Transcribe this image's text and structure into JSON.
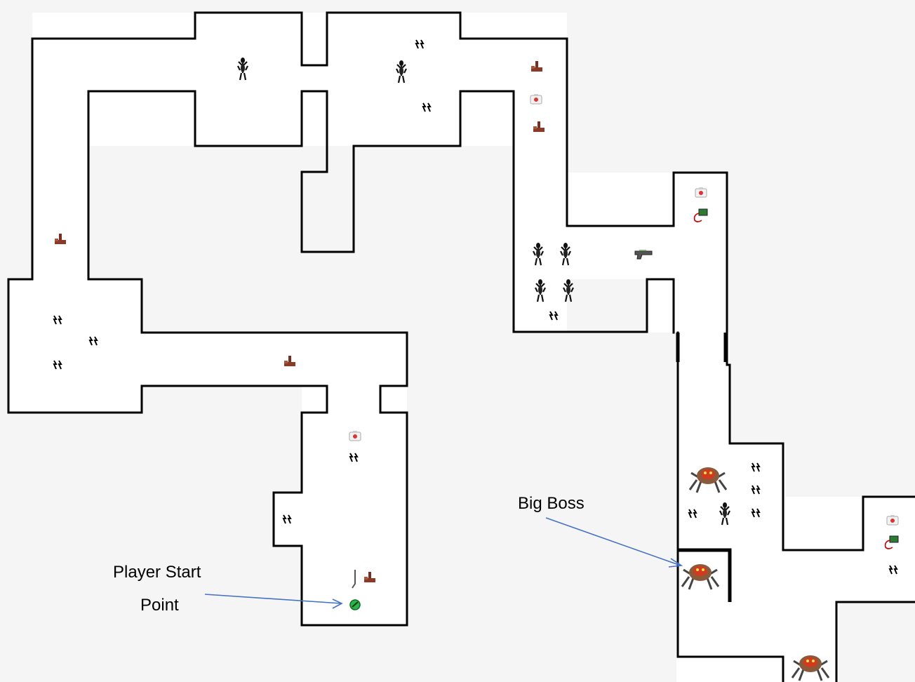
{
  "labels": {
    "player_start_line1": "Player Start",
    "player_start_line2": "Point",
    "big_boss": "Big Boss"
  },
  "colors": {
    "background": "#f5f5f5",
    "floor": "#ffffff",
    "wall": "#000000",
    "arrow": "#4472c4",
    "player_start": "#2db34a",
    "boss_body": "#8a5a3c",
    "boss_glow": "#d23a1e",
    "crate": "#8b3a2a"
  },
  "icons": {
    "ammo": "ammo-icon",
    "enemy": "alien-enemy-icon",
    "health": "medkit-icon",
    "crate": "supply-crate-icon",
    "battery": "battery-icon",
    "weapon": "pistol-icon",
    "boss": "spider-boss-icon",
    "player": "player-start-icon",
    "knife": "knife-icon"
  }
}
